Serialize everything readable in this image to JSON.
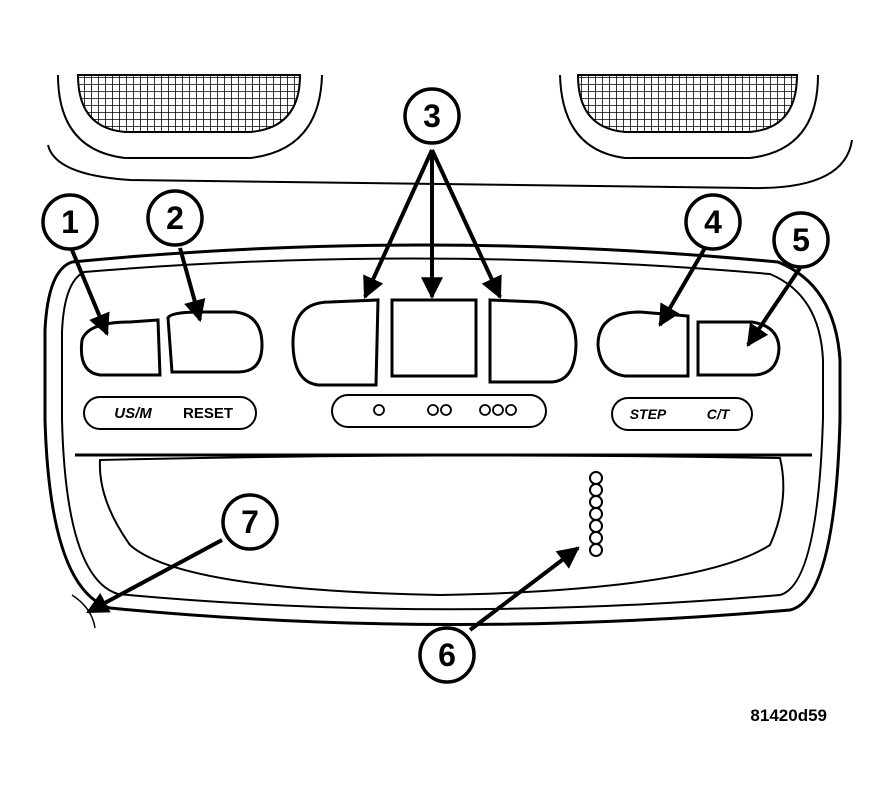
{
  "labels": {
    "usm": "US/M",
    "reset": "RESET",
    "step": "STEP",
    "ct": "C/T"
  },
  "callouts": [
    "1",
    "2",
    "3",
    "4",
    "5",
    "6",
    "7"
  ],
  "figure_id": "81420d59",
  "colors": {
    "ink": "#000000",
    "paper": "#ffffff"
  }
}
